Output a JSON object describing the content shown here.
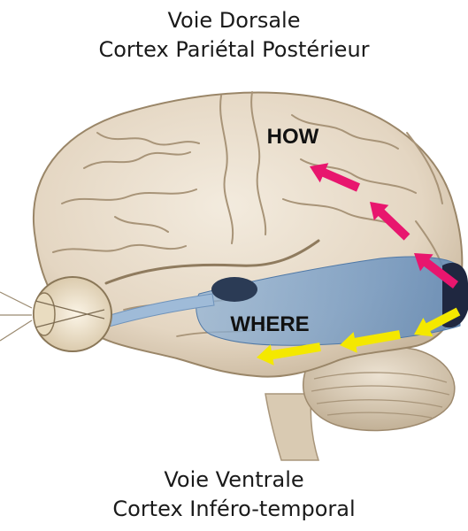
{
  "dorsal": {
    "title": "Voie Dorsale",
    "subtitle": "Cortex Pariétal Postérieur",
    "label": "HOW",
    "arrow_color": "#e8166e"
  },
  "ventral": {
    "title": "Voie Ventrale",
    "subtitle": "Cortex Inféro-temporal",
    "label": "WHERE",
    "arrow_color": "#f4e800"
  },
  "colors": {
    "brain": "#e8dccb",
    "brain_shadow": "#cdbda6",
    "sulcus": "#a89478",
    "pathway": "#6f9ac6",
    "nucleus": "#2b3b55"
  }
}
